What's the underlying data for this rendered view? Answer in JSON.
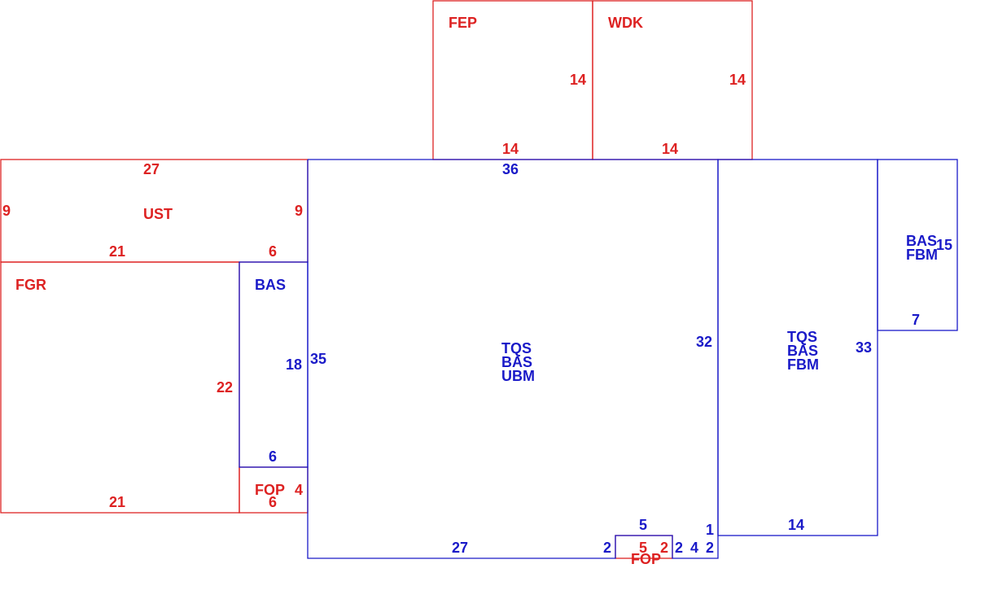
{
  "colors": {
    "red": "#dd2222",
    "blue": "#1a1ac8",
    "background": "#ffffff"
  },
  "areas": {
    "fep": {
      "code": "FEP",
      "side_right": "14",
      "side_bottom": "14"
    },
    "wdk": {
      "code": "WDK",
      "side_right": "14",
      "side_bottom": "14"
    },
    "ust": {
      "code": "UST",
      "side_top": "27",
      "side_left": "9",
      "side_right": "9",
      "side_bottom_left": "21",
      "side_bottom_right": "6"
    },
    "fgr": {
      "code": "FGR",
      "side_right": "22",
      "side_bottom": "21"
    },
    "bas_small": {
      "code": "BAS",
      "side_right": "18",
      "side_bottom": "6"
    },
    "fop_left": {
      "code": "FOP",
      "side_right": "4",
      "side_bottom": "6"
    },
    "main": {
      "codes": [
        "TQS",
        "BAS",
        "UBM"
      ],
      "side_top": "36",
      "side_left": "35",
      "side_right": "32",
      "side_bottom": "27",
      "notch_left": "2",
      "notch_top": "5",
      "notch_right": "2",
      "step_a": "4",
      "step_b": "2",
      "step_c": "1"
    },
    "fop_bottom": {
      "code": "FOP",
      "side_bottom": "5",
      "side_right": "2"
    },
    "east": {
      "codes": [
        "TQS",
        "BAS",
        "FBM"
      ],
      "side_right": "33",
      "side_bottom": "14"
    },
    "far_east": {
      "codes": [
        "BAS",
        "FBM"
      ],
      "side_right": "15",
      "side_bottom": "7"
    }
  }
}
